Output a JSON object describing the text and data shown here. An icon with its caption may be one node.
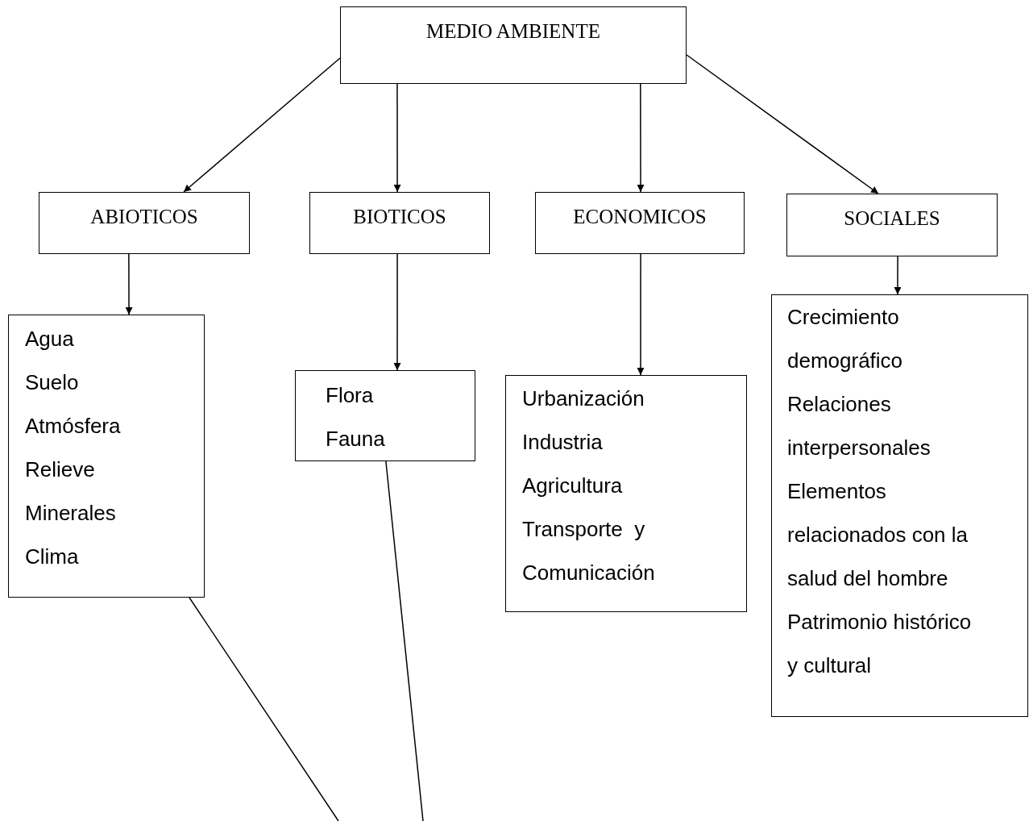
{
  "diagram": {
    "nodes": [
      {
        "text": [
          "MEDIO AMBIENTE"
        ]
      },
      {
        "text": [
          "ABIOTICOS"
        ]
      },
      {
        "text": [
          "BIOTICOS"
        ]
      },
      {
        "text": [
          "ECONOMICOS"
        ]
      },
      {
        "text": [
          "SOCIALES"
        ]
      },
      {
        "text": [
          "Agua",
          "Suelo",
          "Atmósfera",
          "Relieve",
          "Minerales",
          "Clima"
        ]
      },
      {
        "text": [
          "Flora",
          "Fauna"
        ]
      },
      {
        "text": [
          "Urbanización",
          "Industria",
          "Agricultura",
          "Transporte  y Comunicación"
        ]
      },
      {
        "text": [
          "Crecimiento demográfico",
          "Relaciones interpersonales",
          "Elementos relacionados con la salud del hombre",
          "Patrimonio histórico y cultural"
        ]
      }
    ],
    "edges": [
      {
        "from": 0,
        "to": 1,
        "arrow": "to"
      },
      {
        "from": 0,
        "to": 2,
        "arrow": "to"
      },
      {
        "from": 0,
        "to": 3,
        "arrow": "to"
      },
      {
        "from": 0,
        "to": 4,
        "arrow": "to"
      },
      {
        "from": 1,
        "to": 5,
        "arrow": "to"
      },
      {
        "from": 2,
        "to": 6,
        "arrow": "to"
      },
      {
        "from": 3,
        "to": 7,
        "arrow": "to"
      },
      {
        "from": 4,
        "to": 8,
        "arrow": "to"
      },
      {
        "from": 5,
        "to": null,
        "arrow": "none"
      },
      {
        "from": 6,
        "to": null,
        "arrow": "none"
      }
    ]
  }
}
